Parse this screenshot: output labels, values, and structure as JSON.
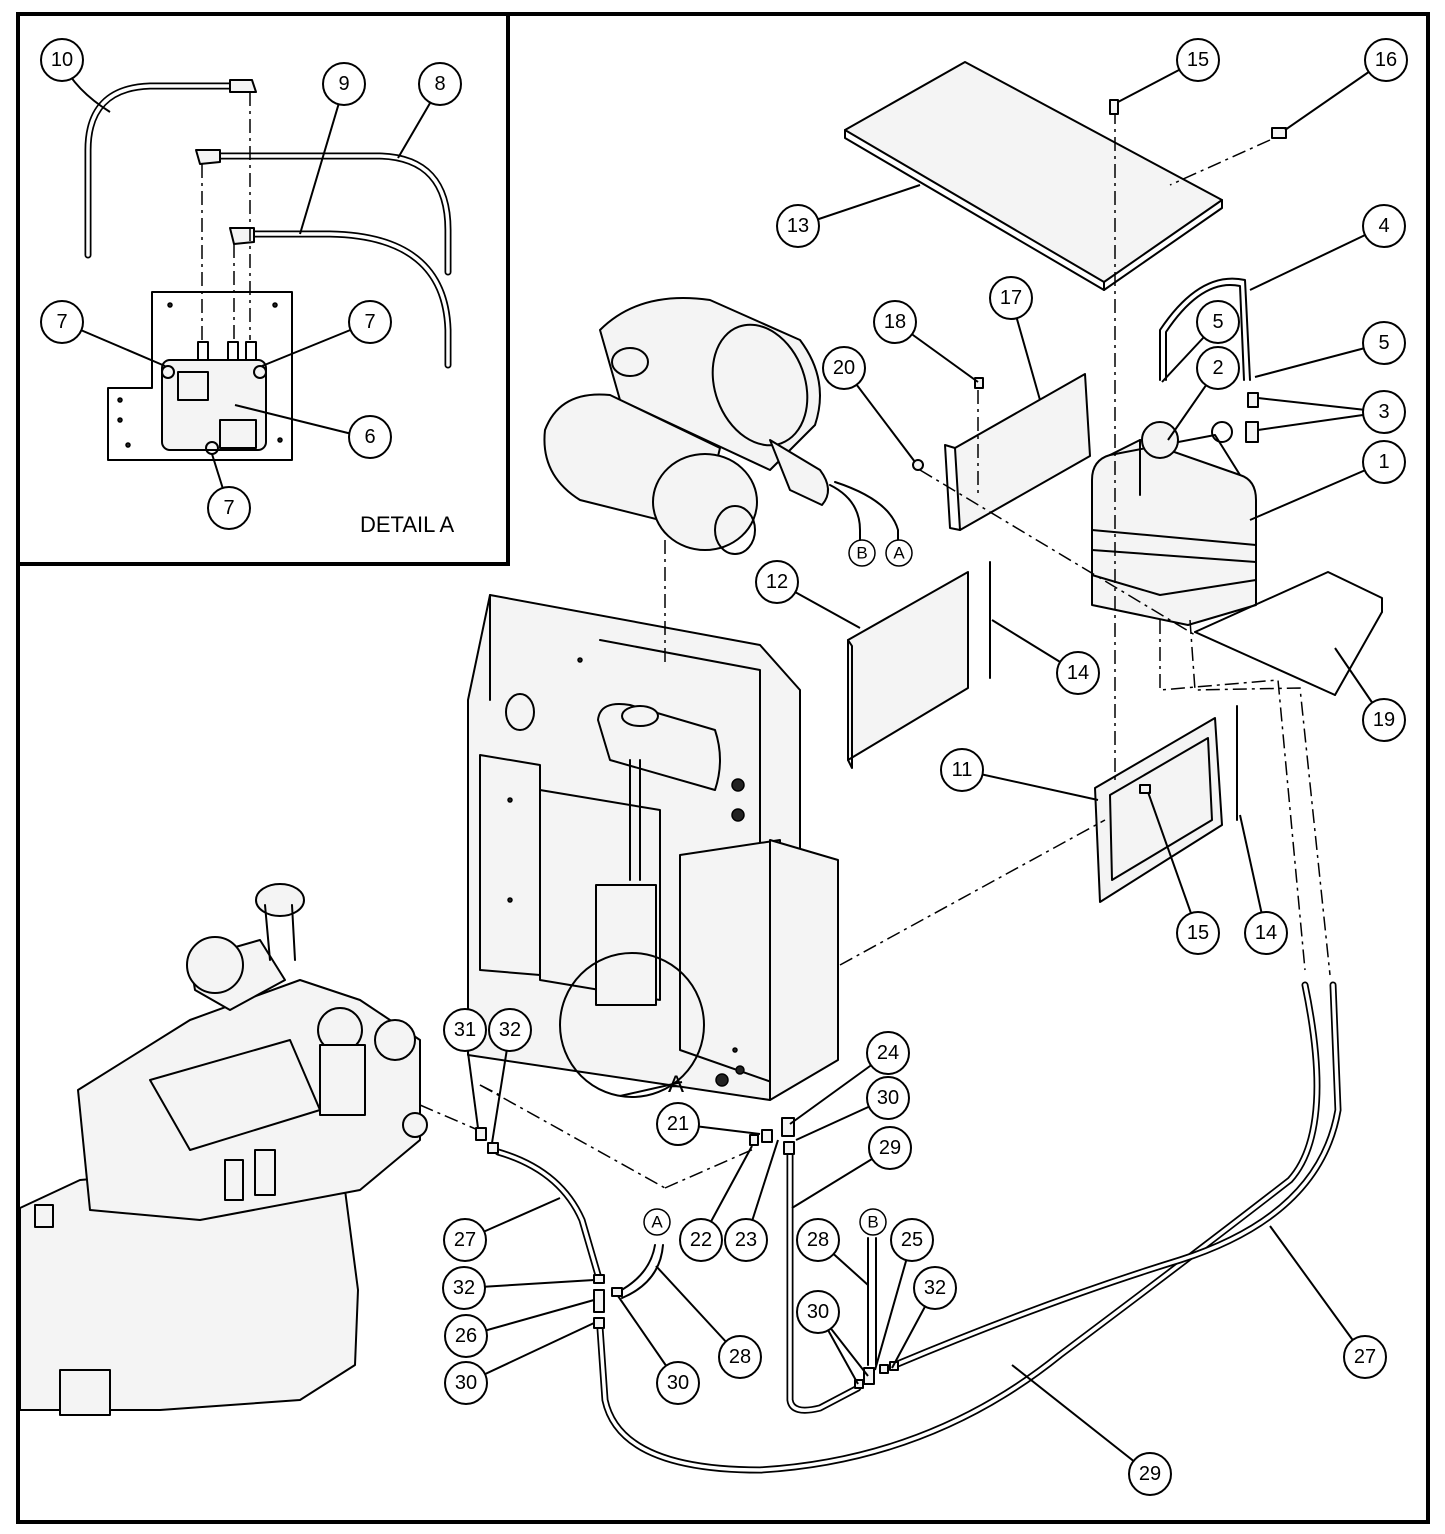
{
  "detail": {
    "label": "DETAIL A",
    "view_letter": "A"
  },
  "callouts": {
    "n1": "1",
    "n2": "2",
    "n3": "3",
    "n4": "4",
    "n5a": "5",
    "n5b": "5",
    "n6": "6",
    "n7a": "7",
    "n7b": "7",
    "n7c": "7",
    "n8": "8",
    "n9": "9",
    "n10": "10",
    "n11": "11",
    "n12": "12",
    "n13": "13",
    "n14a": "14",
    "n14b": "14",
    "n15a": "15",
    "n15b": "15",
    "n16": "16",
    "n17": "17",
    "n18": "18",
    "n19": "19",
    "n20": "20",
    "n21": "21",
    "n22": "22",
    "n23": "23",
    "n24": "24",
    "n25": "25",
    "n26": "26",
    "n27a": "27",
    "n27b": "27",
    "n28a": "28",
    "n28b": "28",
    "n29a": "29",
    "n29b": "29",
    "n30a": "30",
    "n30b": "30",
    "n30c": "30",
    "n30d": "30",
    "n31": "31",
    "n32a": "32",
    "n32b": "32",
    "n32c": "32"
  },
  "connectors": {
    "cA1": "A",
    "cB1": "B",
    "cA2": "A",
    "cB2": "B"
  }
}
